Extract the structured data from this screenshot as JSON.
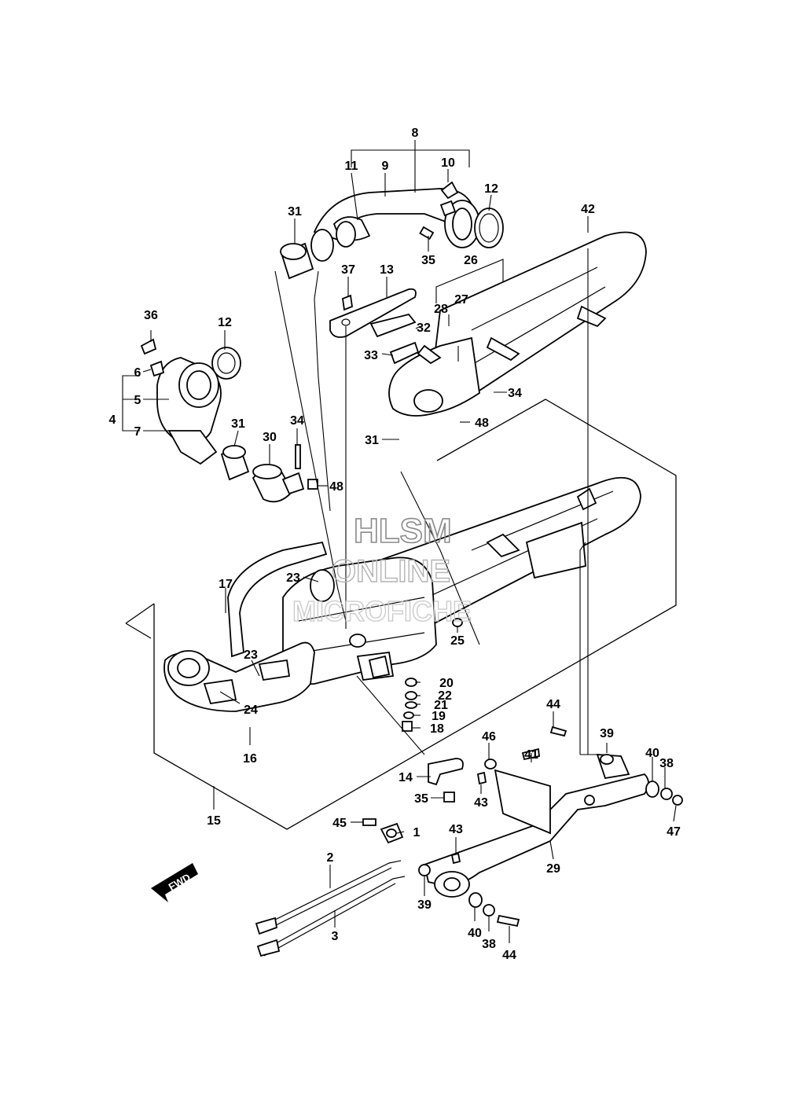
{
  "watermark": {
    "line1": "HLSM",
    "line2": "ONLINE",
    "line3": "MICROFICHE"
  },
  "fwd_label": "FWD",
  "callouts": {
    "c1": "1",
    "c2": "2",
    "c3": "3",
    "c4": "4",
    "c5": "5",
    "c6": "6",
    "c7": "7",
    "c8": "8",
    "c9": "9",
    "c10": "10",
    "c11": "11",
    "c12a": "12",
    "c12b": "12",
    "c13": "13",
    "c14": "14",
    "c15": "15",
    "c16": "16",
    "c17": "17",
    "c18": "18",
    "c19": "19",
    "c20": "20",
    "c21": "21",
    "c22": "22",
    "c23a": "23",
    "c23b": "23",
    "c24": "24",
    "c25": "25",
    "c26": "26",
    "c27": "27",
    "c28": "28",
    "c29": "29",
    "c30": "30",
    "c31a": "31",
    "c31b": "31",
    "c31c": "31",
    "c32": "32",
    "c33": "33",
    "c34a": "34",
    "c34b": "34",
    "c35a": "35",
    "c35b": "35",
    "c36": "36",
    "c37": "37",
    "c38a": "38",
    "c38b": "38",
    "c39a": "39",
    "c39b": "39",
    "c40a": "40",
    "c40b": "40",
    "c41": "41",
    "c42": "42",
    "c43a": "43",
    "c43b": "43",
    "c44a": "44",
    "c44b": "44",
    "c45": "45",
    "c46": "46",
    "c47": "47",
    "c48a": "48",
    "c48b": "48"
  }
}
